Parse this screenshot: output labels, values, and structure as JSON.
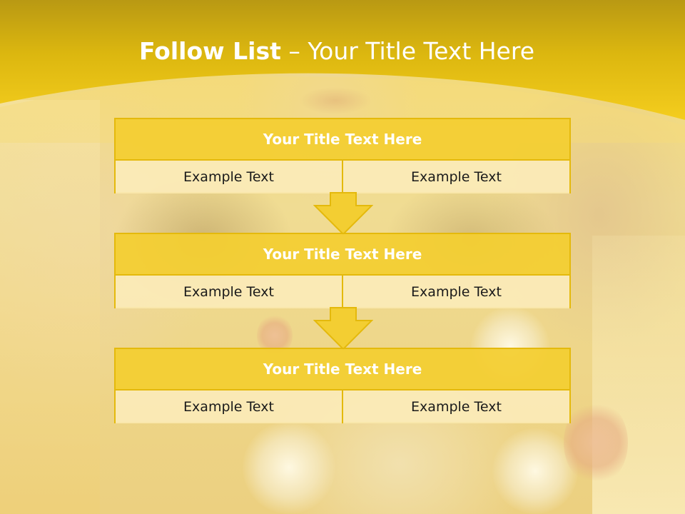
{
  "slide": {
    "title_bold": "Follow List",
    "title_rest": "– Your Title Text Here",
    "accent_color": "#f3ce32",
    "cell_color": "#fbebb8",
    "border_color": "#e4b90c"
  },
  "steps": [
    {
      "title": "Your Title Text Here",
      "left": "Example Text",
      "right": "Example Text"
    },
    {
      "title": "Your Title Text Here",
      "left": "Example Text",
      "right": "Example Text"
    },
    {
      "title": "Your Title Text Here",
      "left": "Example Text",
      "right": "Example Text"
    }
  ],
  "connectors": [
    "arrow-down-icon",
    "arrow-down-icon"
  ]
}
